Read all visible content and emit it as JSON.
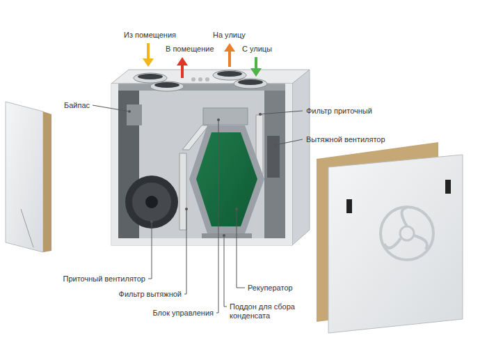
{
  "diagram": {
    "labels": [
      "Из помещения",
      "В помещение",
      "На улицу",
      "С улицы",
      "Байпас",
      "Фильтр приточный",
      "Вытяжной вентилятор",
      "Приточный вентилятор",
      "Фильтр вытяжной",
      "Рекуператор",
      "Блок управления",
      "Поддон для сбора конденсата"
    ]
  }
}
